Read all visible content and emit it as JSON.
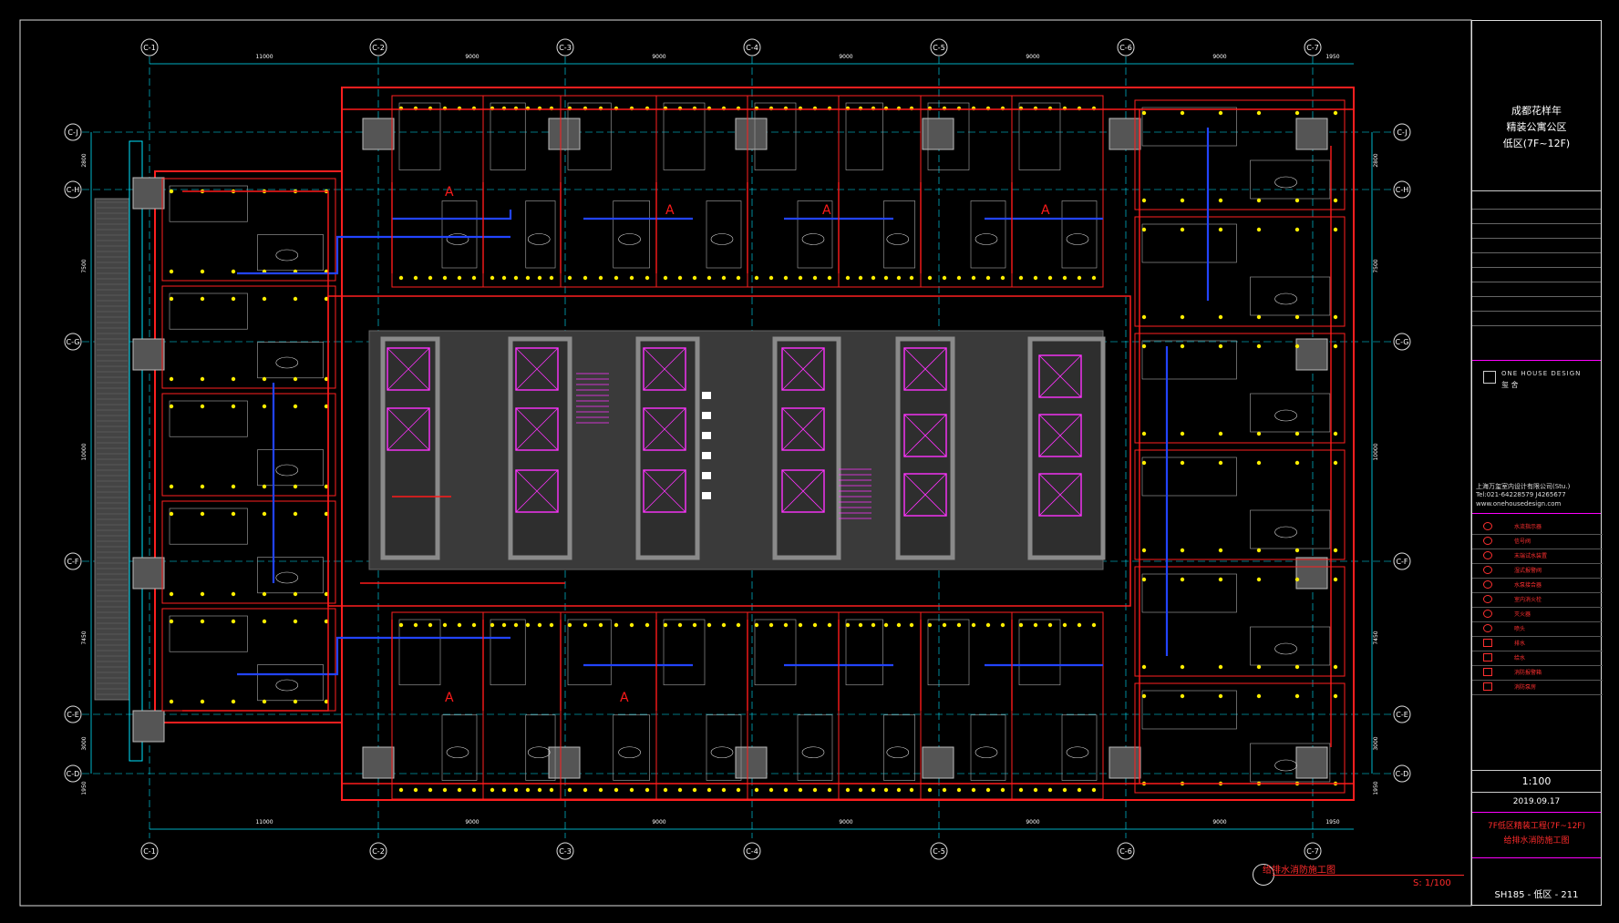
{
  "title_block": {
    "project_lines": [
      "成都花样年",
      "精装公寓公区",
      "低区(7F~12F)"
    ],
    "company_en": "ONE HOUSE DESIGN",
    "company_cn": "玺 舍",
    "company_info": [
      "上海万玺室内设计有限公司(Stu.)",
      "Tel:021-64228579 J4265677",
      "www.onehousedesign.com"
    ],
    "legend_items": [
      {
        "symbol": "circle",
        "label": "水流指示器"
      },
      {
        "symbol": "circle",
        "label": "信号阀"
      },
      {
        "symbol": "circle",
        "label": "末端试水装置"
      },
      {
        "symbol": "circle",
        "label": "湿式报警阀"
      },
      {
        "symbol": "circle",
        "label": "水泵接合器"
      },
      {
        "symbol": "circle",
        "label": "室内消火栓"
      },
      {
        "symbol": "circle",
        "label": "灭火器"
      },
      {
        "symbol": "circle",
        "label": "喷头"
      },
      {
        "symbol": "square",
        "label": "排水"
      },
      {
        "symbol": "square",
        "label": "给水"
      },
      {
        "symbol": "square",
        "label": "消防报警箱"
      },
      {
        "symbol": "square",
        "label": "消防泵房"
      }
    ],
    "scale": "1:100",
    "date": "2019.09.17",
    "drawing_title_lines": [
      "7F低区精装工程(7F~12F)",
      "给排水消防施工图"
    ],
    "drawing_number": "SH185 - 低区 - 211",
    "colors": {
      "frame": "#dddddd",
      "accent": "#ff2b2b",
      "divider": "#ff00ff"
    }
  },
  "plan": {
    "title": "给排水消防施工图",
    "scale_label": "S: 1/100",
    "grid_cols": [
      "C-1",
      "C-2",
      "C-3",
      "C-4",
      "C-5",
      "C-6",
      "C-7"
    ],
    "grid_rows": [
      "C-J",
      "C-H",
      "C-G",
      "C-F",
      "C-E",
      "C-D"
    ],
    "top_dims": [
      "11000",
      "9000",
      "9000",
      "9000",
      "9000",
      "9000",
      "1950"
    ],
    "side_dims": [
      "2800",
      "7500",
      "10000",
      "7450",
      "3000",
      "1950"
    ],
    "room_tags": [
      "A",
      "A",
      "A",
      "A",
      "A",
      "A"
    ],
    "colors": {
      "axis": "#00e5ff",
      "wall": "#ff1f1f",
      "pipe_blue": "#2244ff",
      "pipe_red": "#ff1a1a",
      "core": "#3a3a3a",
      "core_wall": "#8a8a8a",
      "elevator": "#ff33ff",
      "fixture": "#ffee00",
      "text": "#ffffff"
    }
  }
}
